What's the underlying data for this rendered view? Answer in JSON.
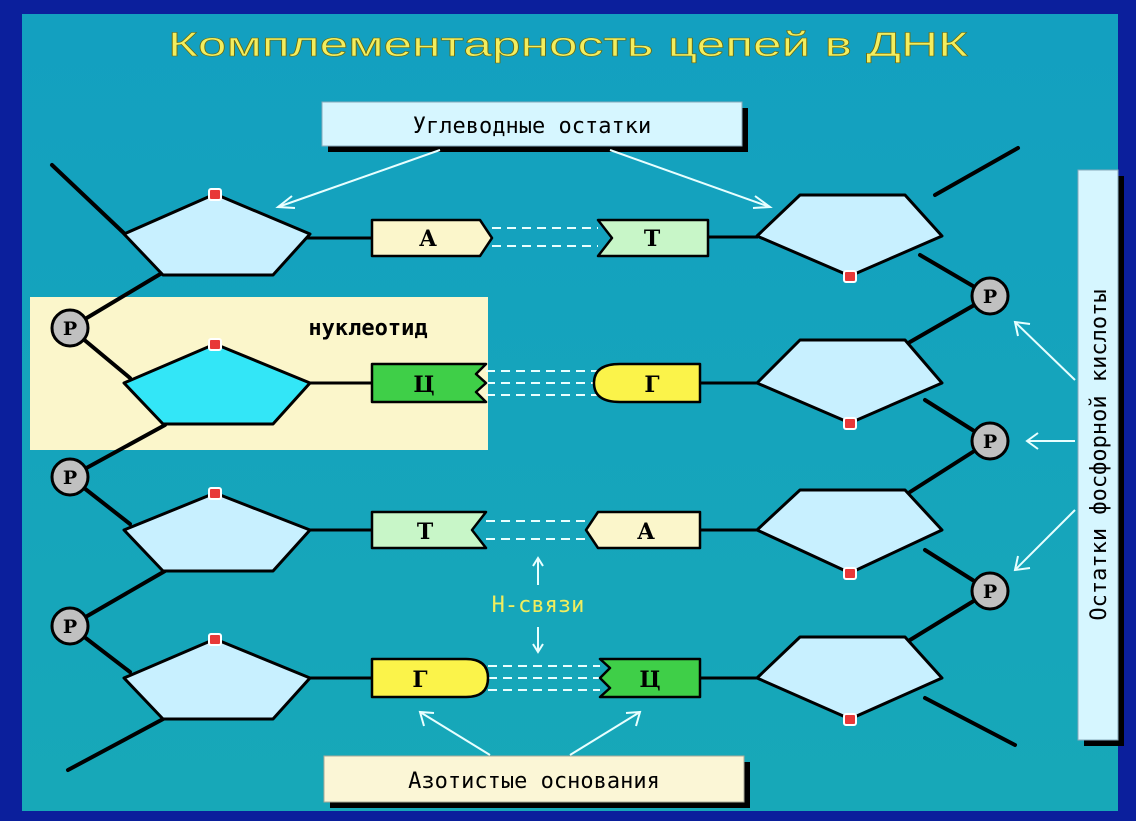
{
  "title": "Комплементарность цепей в ДНК",
  "labels": {
    "sugar_residues": "Углеводные остатки",
    "phosphate_residues": "Остатки фосфорной кислоты",
    "nitrogen_bases": "Азотистые основания",
    "nucleotide": "нуклеотид",
    "h_bonds": "Н-связи",
    "phosphate_symbol": "P"
  },
  "base_pairs": [
    {
      "left": "А",
      "right": "Т"
    },
    {
      "left": "Ц",
      "right": "Г"
    },
    {
      "left": "Т",
      "right": "А"
    },
    {
      "left": "Г",
      "right": "Ц"
    }
  ],
  "colors": {
    "background": "#0b1f9c",
    "panel": "#14a4bd",
    "sugar": "#c8f0ff",
    "sugar_highlight": "#33e6f7",
    "nucleotide_box": "#fbf6cb",
    "title_text": "#f2ee5e",
    "label_box": "#d6f6ff",
    "base_A": "#fbf6cb",
    "base_T": "#c8f6c8",
    "base_C": "#3fcf48",
    "base_G": "#fbf34a",
    "phosphate": "#c0c0c0"
  }
}
